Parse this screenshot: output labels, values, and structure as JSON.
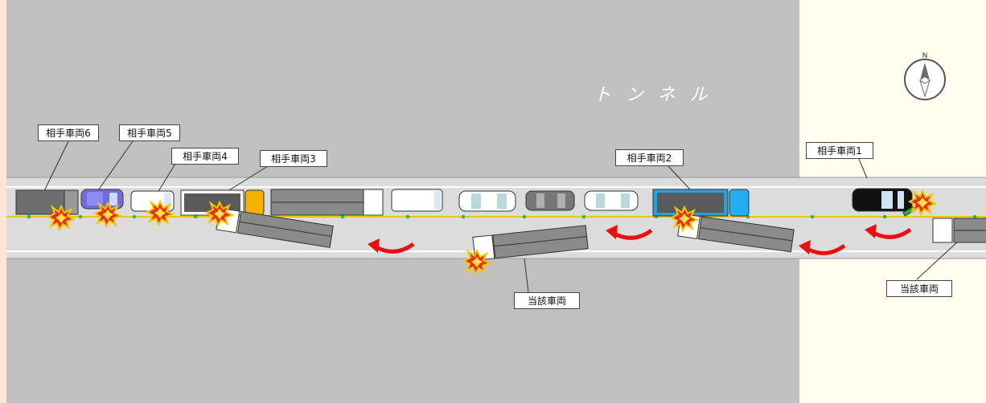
{
  "tunnel_label": "トンネル",
  "compass_letter": "N",
  "labels": {
    "vehicle6": "相手車両6",
    "vehicle5": "相手車両5",
    "vehicle4": "相手車両4",
    "vehicle3": "相手車両3",
    "vehicle2": "相手車両2",
    "vehicle1": "相手車両1",
    "subject_mid": "当該車両",
    "subject_right": "当該車両"
  },
  "colors": {
    "background": "#fbe6d8",
    "tunnel": "#c0c0c0",
    "open_area": "#fffdee",
    "road": "#dcdcdc",
    "center_line": "#e8c800",
    "arrow": "#e81010",
    "collision": "#e83010"
  }
}
